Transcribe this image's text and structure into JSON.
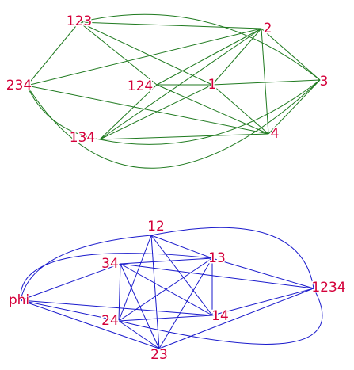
{
  "colors": {
    "top_graph_edge": "#1f7a1f",
    "bottom_graph_edge": "#1a1acc",
    "node_label": "#d4003a",
    "background": "#ffffff"
  },
  "graphs": [
    {
      "id": "top",
      "nodes": [
        {
          "id": "n123",
          "label": "123"
        },
        {
          "id": "n2",
          "label": "2"
        },
        {
          "id": "n234",
          "label": "234"
        },
        {
          "id": "n124",
          "label": "124"
        },
        {
          "id": "n1",
          "label": "1"
        },
        {
          "id": "n3",
          "label": "3"
        },
        {
          "id": "n134",
          "label": "134"
        },
        {
          "id": "n4",
          "label": "4"
        }
      ],
      "edges": [
        [
          "n123",
          "n2"
        ],
        [
          "n123",
          "n1"
        ],
        [
          "n123",
          "n124"
        ],
        [
          "n123",
          "n234"
        ],
        [
          "n123",
          "n3"
        ],
        [
          "n2",
          "n234"
        ],
        [
          "n2",
          "n124"
        ],
        [
          "n2",
          "n1"
        ],
        [
          "n2",
          "n4"
        ],
        [
          "n2",
          "n3"
        ],
        [
          "n2",
          "n134"
        ],
        [
          "n234",
          "n134"
        ],
        [
          "n234",
          "n4"
        ],
        [
          "n234",
          "n3"
        ],
        [
          "n124",
          "n1"
        ],
        [
          "n124",
          "n134"
        ],
        [
          "n124",
          "n4"
        ],
        [
          "n1",
          "n3"
        ],
        [
          "n1",
          "n4"
        ],
        [
          "n1",
          "n134"
        ],
        [
          "n3",
          "n4"
        ],
        [
          "n3",
          "n134"
        ],
        [
          "n134",
          "n4"
        ]
      ]
    },
    {
      "id": "bottom",
      "nodes": [
        {
          "id": "b12",
          "label": "12"
        },
        {
          "id": "b34",
          "label": "34"
        },
        {
          "id": "b13",
          "label": "13"
        },
        {
          "id": "b1234",
          "label": "1234"
        },
        {
          "id": "bphi",
          "label": "phi"
        },
        {
          "id": "b24",
          "label": "24"
        },
        {
          "id": "b14",
          "label": "14"
        },
        {
          "id": "b23",
          "label": "23"
        }
      ],
      "edges": [
        [
          "b12",
          "b13"
        ],
        [
          "b12",
          "b14"
        ],
        [
          "b12",
          "b24"
        ],
        [
          "b12",
          "b23"
        ],
        [
          "b12",
          "b1234"
        ],
        [
          "b12",
          "bphi"
        ],
        [
          "b34",
          "b13"
        ],
        [
          "b34",
          "b1234"
        ],
        [
          "b34",
          "b14"
        ],
        [
          "b34",
          "b24"
        ],
        [
          "b34",
          "b23"
        ],
        [
          "b34",
          "bphi"
        ],
        [
          "b13",
          "b1234"
        ],
        [
          "b13",
          "b14"
        ],
        [
          "b13",
          "b24"
        ],
        [
          "b13",
          "b23"
        ],
        [
          "b13",
          "bphi"
        ],
        [
          "b1234",
          "b24"
        ],
        [
          "b1234",
          "b23"
        ],
        [
          "b1234",
          "b14"
        ],
        [
          "bphi",
          "b24"
        ],
        [
          "bphi",
          "b14"
        ],
        [
          "bphi",
          "b23"
        ],
        [
          "b24",
          "b14"
        ],
        [
          "b24",
          "b23"
        ]
      ]
    }
  ]
}
